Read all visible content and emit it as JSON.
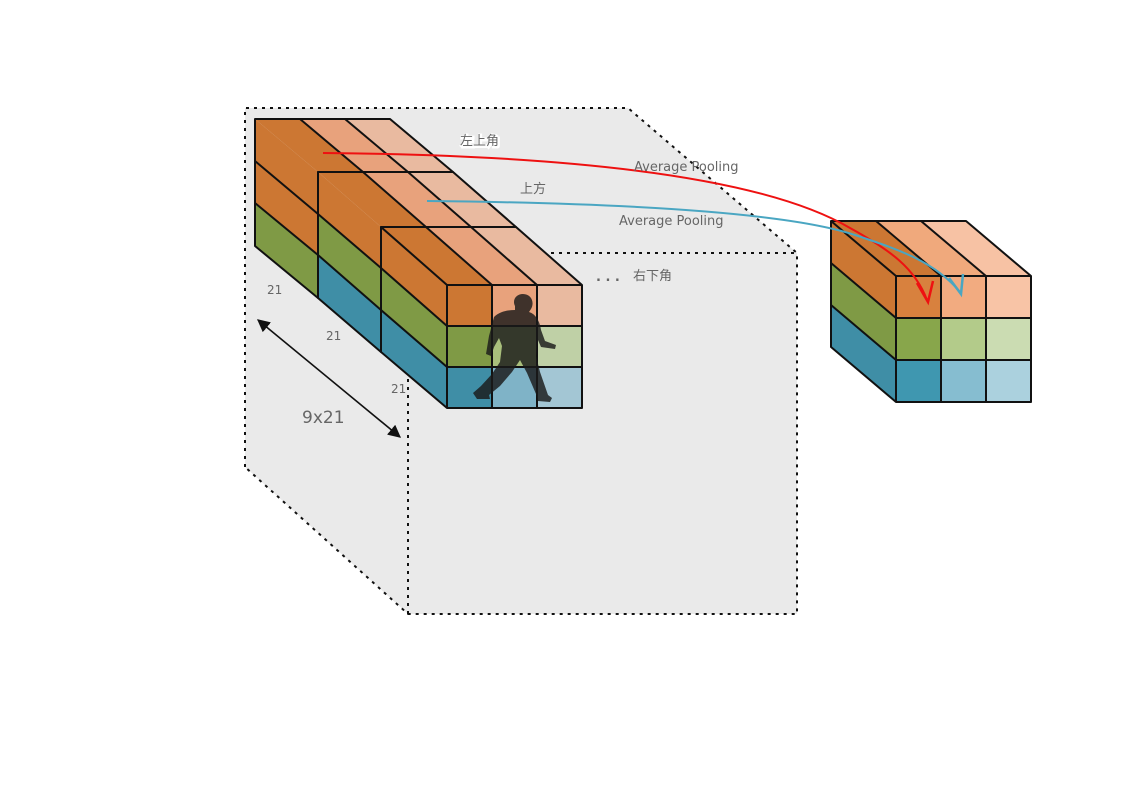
{
  "labels": {
    "top_left_corner": "左上角",
    "top": "上方",
    "bottom_right_corner": "右下角",
    "ellipsis": ". . .",
    "avg_pool_1": "Average Pooling",
    "avg_pool_2": "Average Pooling",
    "dim_1": "21",
    "dim_2": "21",
    "dim_3": "21",
    "size": "9x21"
  },
  "colors": {
    "orange_dark": "#cc7733",
    "orange_mid": "#e8a27c",
    "orange_light": "#e9baa0",
    "green_dark": "#7f9a45",
    "green_mid": "#a9bf7c",
    "green_light": "#bfd0a6",
    "blue_dark": "#3f8ea6",
    "blue_mid": "#7fb3c7",
    "blue_light": "#a3c6d4",
    "red_arrow": "#ee1111",
    "blue_arrow": "#4aa6c2",
    "volume_fill": "#eaeaea"
  }
}
